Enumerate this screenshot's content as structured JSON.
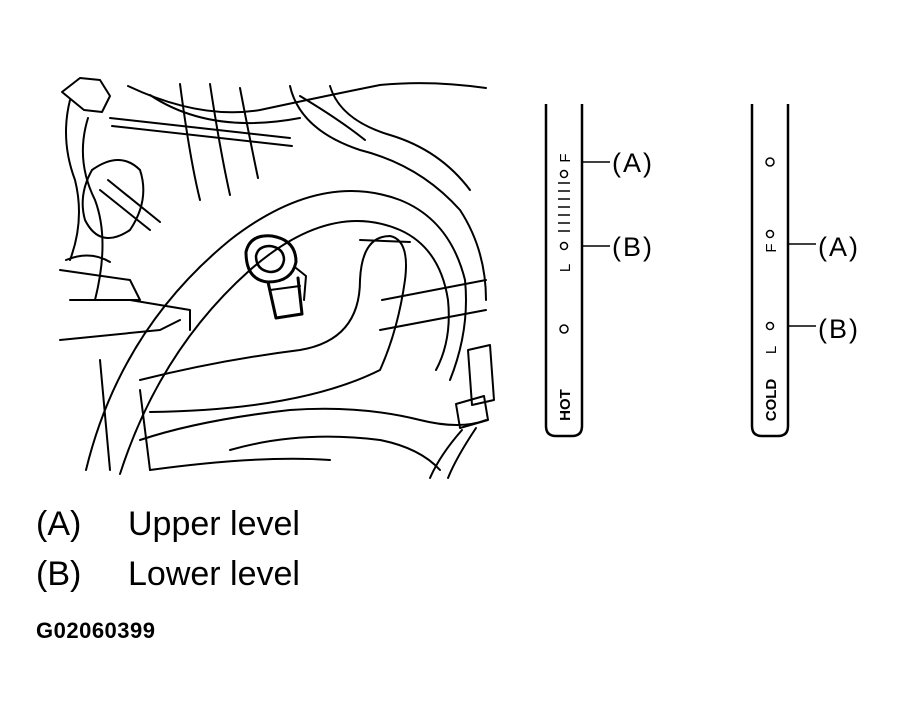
{
  "dipsticks": [
    {
      "name": "hot",
      "scale_label": "HOT",
      "mark_full": "F",
      "mark_low": "L",
      "callout_a": "(A)",
      "callout_b": "(B)"
    },
    {
      "name": "cold",
      "scale_label": "COLD",
      "mark_full": "F",
      "mark_low": "L",
      "callout_a": "(A)",
      "callout_b": "(B)"
    }
  ],
  "legend": [
    {
      "key": "(A)",
      "text": "Upper level"
    },
    {
      "key": "(B)",
      "text": "Lower level"
    }
  ],
  "figure_code": "G02060399"
}
